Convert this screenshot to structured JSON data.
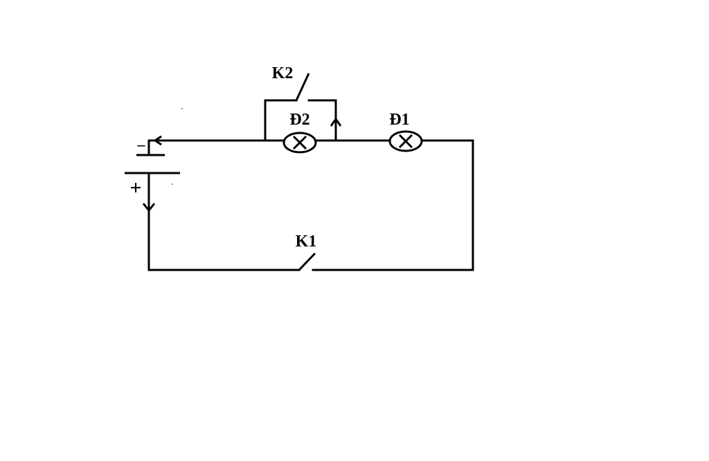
{
  "diagram": {
    "labels": {
      "switch_k2": "K2",
      "lamp_d2": "Đ2",
      "lamp_d1": "Đ1",
      "switch_k1": "K1",
      "battery_minus": "–",
      "battery_plus": "+"
    },
    "colors": {
      "line": "#000000",
      "background": "#ffffff"
    }
  }
}
